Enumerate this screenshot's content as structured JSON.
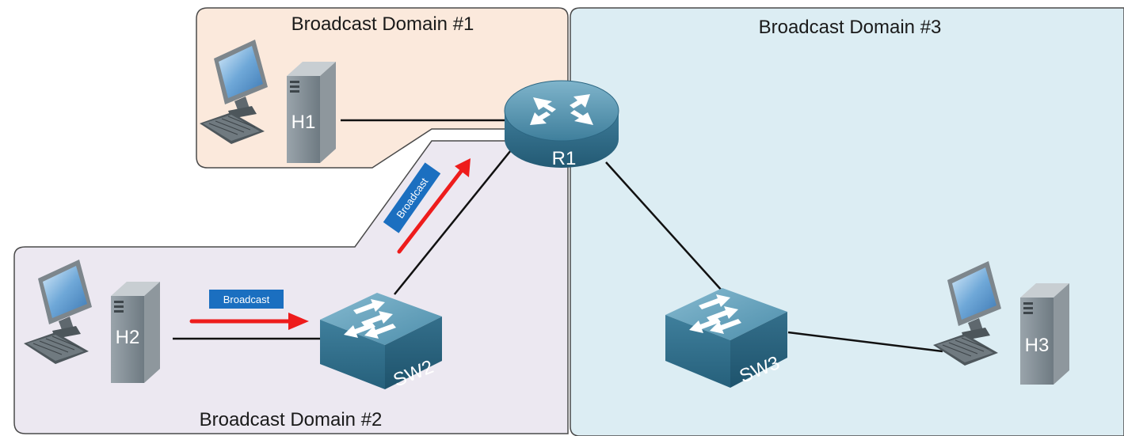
{
  "domains": {
    "d1": {
      "label": "Broadcast Domain #1",
      "color": "#fbe9dc"
    },
    "d2": {
      "label": "Broadcast Domain #2",
      "color": "#ece8f1"
    },
    "d3": {
      "label": "Broadcast Domain #3",
      "color": "#dcedf3"
    }
  },
  "devices": {
    "h1": {
      "label": "H1",
      "icon": "pc-icon"
    },
    "h2": {
      "label": "H2",
      "icon": "pc-icon"
    },
    "h3": {
      "label": "H3",
      "icon": "pc-icon"
    },
    "r1": {
      "label": "R1",
      "icon": "router-icon"
    },
    "sw2": {
      "label": "SW2",
      "icon": "switch-icon"
    },
    "sw3": {
      "label": "SW3",
      "icon": "switch-icon"
    }
  },
  "broadcast": {
    "tag1": "Broadcast",
    "tag2": "Broadcast",
    "arrow_color": "#ee1c1c",
    "tag_color": "#1b6fc0"
  }
}
